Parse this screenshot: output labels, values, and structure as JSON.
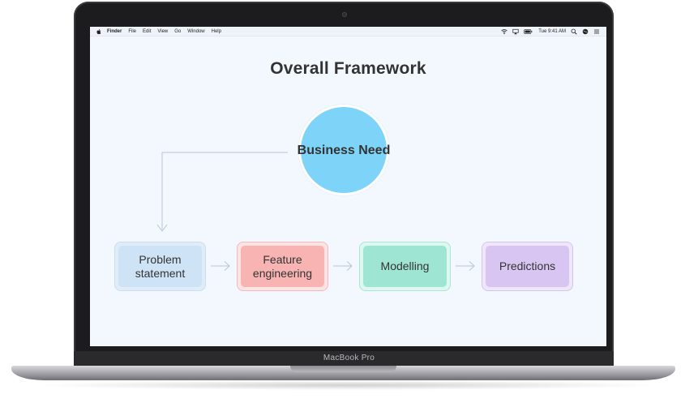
{
  "menubar": {
    "menus": [
      "Finder",
      "File",
      "Edit",
      "View",
      "Go",
      "Window",
      "Help"
    ],
    "clock": "Tue 9:41 AM",
    "icons": [
      "apple-icon",
      "wifi-icon",
      "airplay-icon",
      "battery-icon",
      "search-icon",
      "siri-icon",
      "list-icon"
    ]
  },
  "slide": {
    "title": "Overall Framework",
    "center_node": "Business Need",
    "steps": [
      {
        "label": "Problem statement",
        "line1": "Problem",
        "line2": "statement"
      },
      {
        "label": "Feature engineering",
        "line1": "Feature",
        "line2": "engineering"
      },
      {
        "label": "Modelling"
      },
      {
        "label": "Predictions"
      }
    ]
  },
  "device": {
    "model": "MacBook Pro"
  },
  "colors": {
    "circle": "#7ed3f8",
    "step1": "#cfe3f6",
    "step2": "#f8b3b3",
    "step3": "#9fe5d3",
    "step4": "#d8c5f2",
    "text": "#333333"
  }
}
